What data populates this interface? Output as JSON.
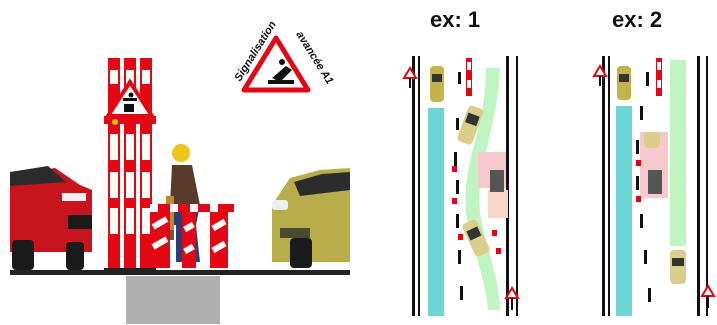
{
  "sign": {
    "text_line1": "Signalisation",
    "text_line2": "avancée A1"
  },
  "examples": [
    {
      "label": "ex: 1"
    },
    {
      "label": "ex: 2"
    }
  ],
  "colors": {
    "barrier_red": "#e30613",
    "barrier_white": "#ffffff",
    "sign_border": "#e30613",
    "road_marking_blue": "#6fd6d6",
    "road_marking_green": "#bff5c0",
    "work_zone_pink": "#f7c9cf",
    "car_red": "#c8141c",
    "car_olive": "#b7ad4a",
    "ground": "#222222",
    "pit": "#b0b0b0"
  },
  "icons": [
    "warning-roadworks-sign-icon",
    "worker-with-shovel-icon",
    "red-car-icon",
    "olive-car-icon",
    "ahead-warning-sign-icon"
  ]
}
